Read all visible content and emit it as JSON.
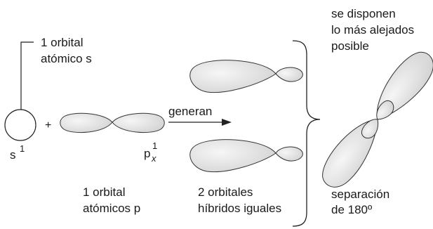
{
  "labels": {
    "s_orbital_line1": "1 orbital",
    "s_orbital_line2": "atómico s",
    "plus_sign": "+",
    "s_superscript_base": "s",
    "s_superscript_exp": "1",
    "p_base": "p",
    "p_superscript": "1",
    "p_subscript": "x",
    "generan": "generan",
    "p_orbital_line1": "1 orbital",
    "p_orbital_line2": "atómicos p",
    "hybrid_line1": "2 orbitales",
    "hybrid_line2": "híbridos iguales",
    "dispose_line1": "se disponen",
    "dispose_line2": "lo más alejados",
    "dispose_line3": "posible",
    "separation_line1": "separación",
    "separation_line2": "de 180º"
  },
  "colors": {
    "lobe_fill": "#e6e6e6",
    "lobe_stroke": "#333333",
    "line": "#222222"
  }
}
